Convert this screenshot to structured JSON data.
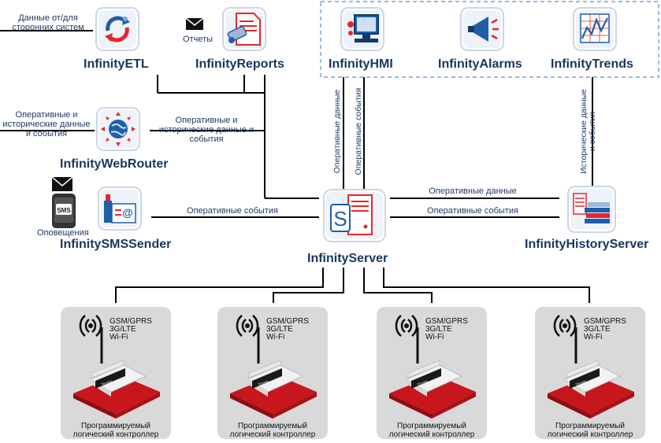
{
  "components": {
    "etl": {
      "name": "InfinityETL",
      "icon": "sync-arrows-icon"
    },
    "reports": {
      "name": "InfinityReports",
      "icon": "report-document-icon"
    },
    "hmi": {
      "name": "InfinityHMI",
      "icon": "monitor-icon"
    },
    "alarms": {
      "name": "InfinityAlarms",
      "icon": "megaphone-icon"
    },
    "trends": {
      "name": "InfinityTrends",
      "icon": "trend-chart-icon"
    },
    "webrouter": {
      "name": "InfinityWebRouter",
      "icon": "globe-router-icon"
    },
    "smssender": {
      "name": "InfinitySMSSender",
      "icon": "email-fax-icon"
    },
    "server": {
      "name": "InfinityServer",
      "icon": "server-icon"
    },
    "historyserver": {
      "name": "InfinityHistoryServer",
      "icon": "history-books-icon"
    }
  },
  "labels": {
    "etl_data": "Данные от/для\nсторонних систем",
    "reports": "Отчеты",
    "webrouter_data": "Оперативные и\nисторические данные\nи события",
    "webrouter_link": "Оперативные и\nисторические данные и\nсобытия",
    "notifications": "Оповещения",
    "sms_events": "Оперативные события",
    "history_data": "Оперативные данные",
    "history_events": "Оперативные события",
    "hmi_data": "Оперативные данные",
    "hmi_events": "Оперативные события",
    "trends_history": "Исторические данные\nи события",
    "sms_badge": "SMS"
  },
  "plcs": [
    {
      "tech": "GSM/GPRS\n3G/LTE\nWi-Fi",
      "caption": "Программируемый\nлогический контроллер",
      "device_label": "Эксима"
    },
    {
      "tech": "GSM/GPRS\n3G/LTE\nWi-Fi",
      "caption": "Программируемый\nлогический контроллер",
      "device_label": "Эксима"
    },
    {
      "tech": "GSM/GPRS\n3G/LTE\nWi-Fi",
      "caption": "Программируемый\nлогический контроллер",
      "device_label": "Эксима"
    },
    {
      "tech": "GSM/GPRS\n3G/LTE\nWi-Fi",
      "caption": "Программируемый\nлогический контроллер",
      "device_label": "Эксима"
    }
  ],
  "colors": {
    "line": "#000000",
    "text": "#1f3864",
    "name": "#17365d",
    "accent": "#e8252a",
    "icon_blue": "#1f5fa8",
    "dashed_border": "#5b8fc9"
  }
}
